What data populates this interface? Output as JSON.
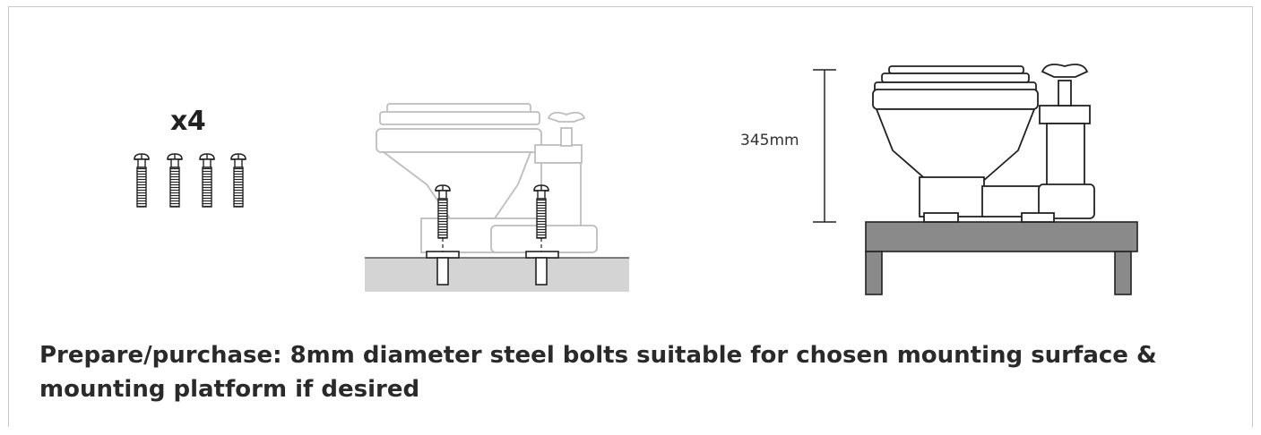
{
  "quantity_label": "x4",
  "dimension_label": "345mm",
  "caption": "Prepare/purchase: 8mm diameter steel bolts suitable for chosen mounting surface & mounting platform if desired",
  "colors": {
    "line": "#222222",
    "faded_line": "#bdbdbd",
    "surface": "#d4d4d4",
    "platform": "#8a8a8a"
  },
  "icons": [
    "screw-icon",
    "toilet-icon",
    "mounting-bolt-icon",
    "mounting-platform-icon",
    "dimension-arrow-icon"
  ]
}
